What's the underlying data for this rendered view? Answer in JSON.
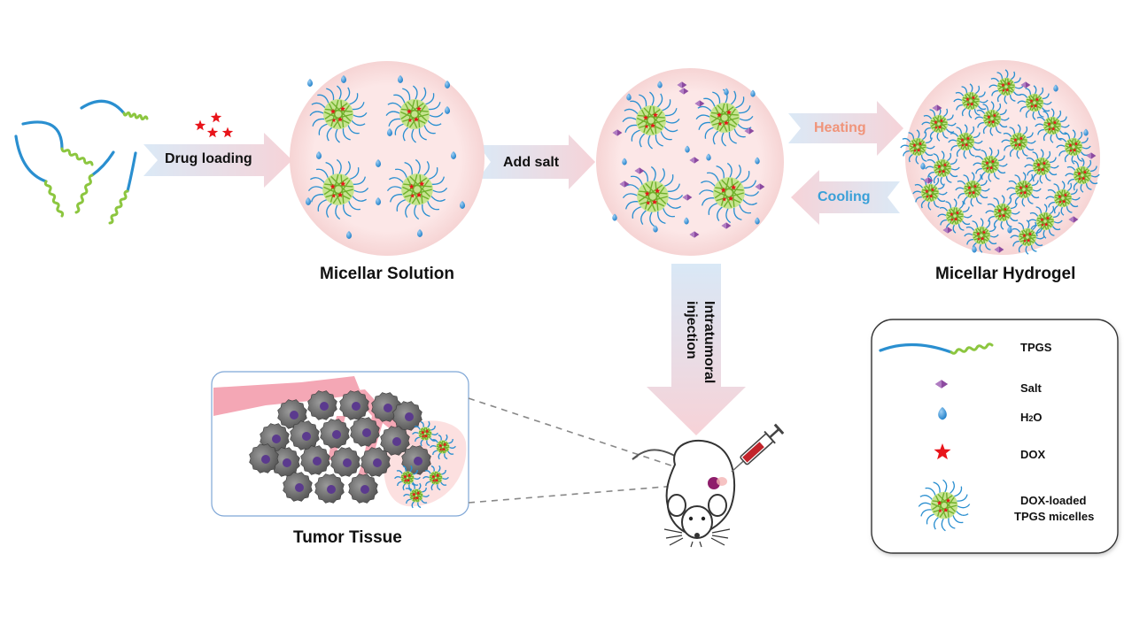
{
  "steps": {
    "drug_loading": "Drug loading",
    "add_salt": "Add salt",
    "heating": "Heating",
    "cooling": "Cooling",
    "injection_line1": "Intratumoral",
    "injection_line2": "injection"
  },
  "captions": {
    "micellar_solution": "Micellar  Solution",
    "micellar_hydrogel": "Micellar  Hydrogel",
    "tumor_tissue": "Tumor Tissue"
  },
  "legend": {
    "tpgs": "TPGS",
    "salt": "Salt",
    "water_prefix": "H",
    "water_sub": "2",
    "water_suffix": "O",
    "dox": "DOX",
    "micelles_line1": "DOX-loaded",
    "micelles_line2": "TPGS micelles"
  },
  "colors": {
    "heating_text": "#f0947a",
    "cooling_text": "#3aa0d8",
    "circle_fill": "#fbe3e3",
    "tpgs_blue": "#2a8fd0",
    "tpgs_green": "#8cc63f",
    "dox_red": "#e8141a",
    "salt_purple": "#8c4aa0"
  }
}
